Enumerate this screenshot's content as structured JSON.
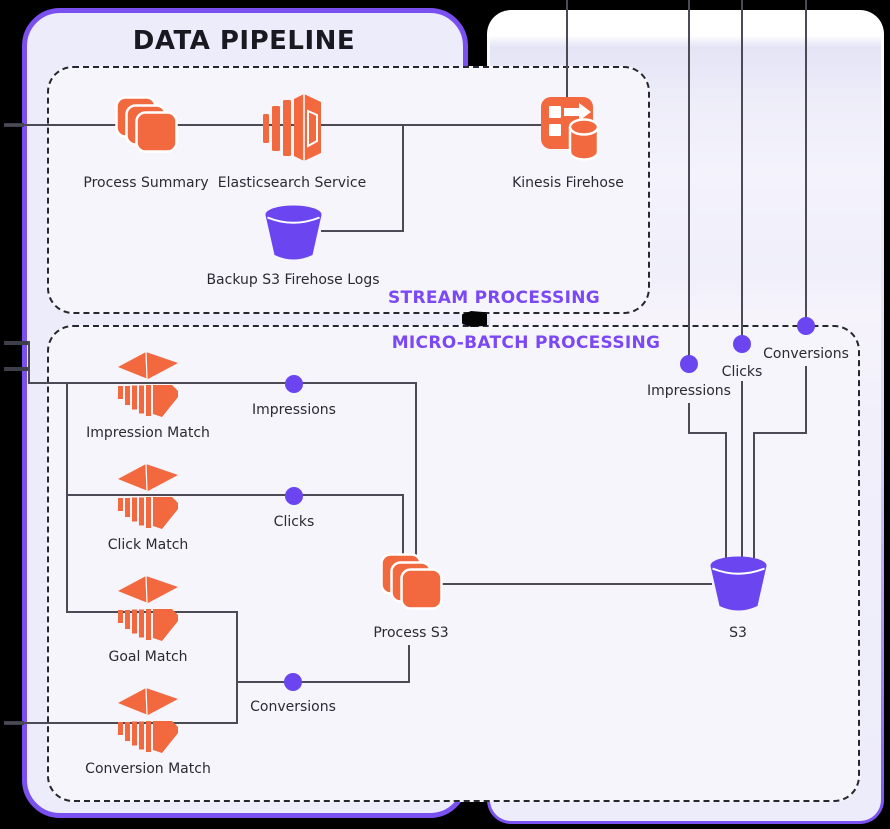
{
  "title": "DATA PIPELINE",
  "stream": {
    "label": "STREAM PROCESSING",
    "nodes": {
      "process_summary": "Process Summary",
      "elasticsearch": "Elasticsearch Service",
      "kinesis": "Kinesis Firehose",
      "backup": "Backup S3 Firehose Logs"
    }
  },
  "micro": {
    "label": "MICRO-BATCH PROCESSING",
    "matches": {
      "impression": "Impression Match",
      "click": "Click Match",
      "goal": "Goal Match",
      "conversion": "Conversion Match"
    },
    "events_left": {
      "impressions": "Impressions",
      "clicks": "Clicks",
      "conversions": "Conversions"
    },
    "process_s3": "Process S3",
    "s3": "S3",
    "events_right": {
      "impressions": "Impressions",
      "clicks": "Clicks",
      "conversions": "Conversions"
    }
  },
  "colors": {
    "orange": "#F2683F",
    "purple": "#6B46F0",
    "heading_purple": "#7A48F5",
    "panel_border": "#7A50F0",
    "line": "#4C4B55",
    "panel_fill": "#EDECFA"
  }
}
